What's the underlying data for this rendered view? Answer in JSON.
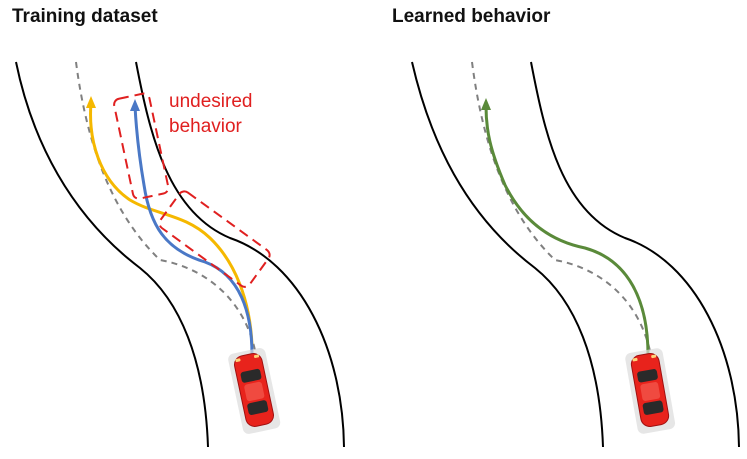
{
  "panels": {
    "left": {
      "title": "Training dataset",
      "annotation_line1": "undesired",
      "annotation_line2": "behavior"
    },
    "right": {
      "title": "Learned behavior"
    }
  },
  "colors": {
    "road_edge": "#000000",
    "center_line": "#808080",
    "yellow_path": "#f5b800",
    "blue_path": "#4a78c6",
    "green_path": "#5a8a3a",
    "undesired_box": "#e02020",
    "car_body": "#e8231c",
    "car_window": "#2a2a2a"
  },
  "icons": [
    "car-icon",
    "arrow-head-icon"
  ]
}
